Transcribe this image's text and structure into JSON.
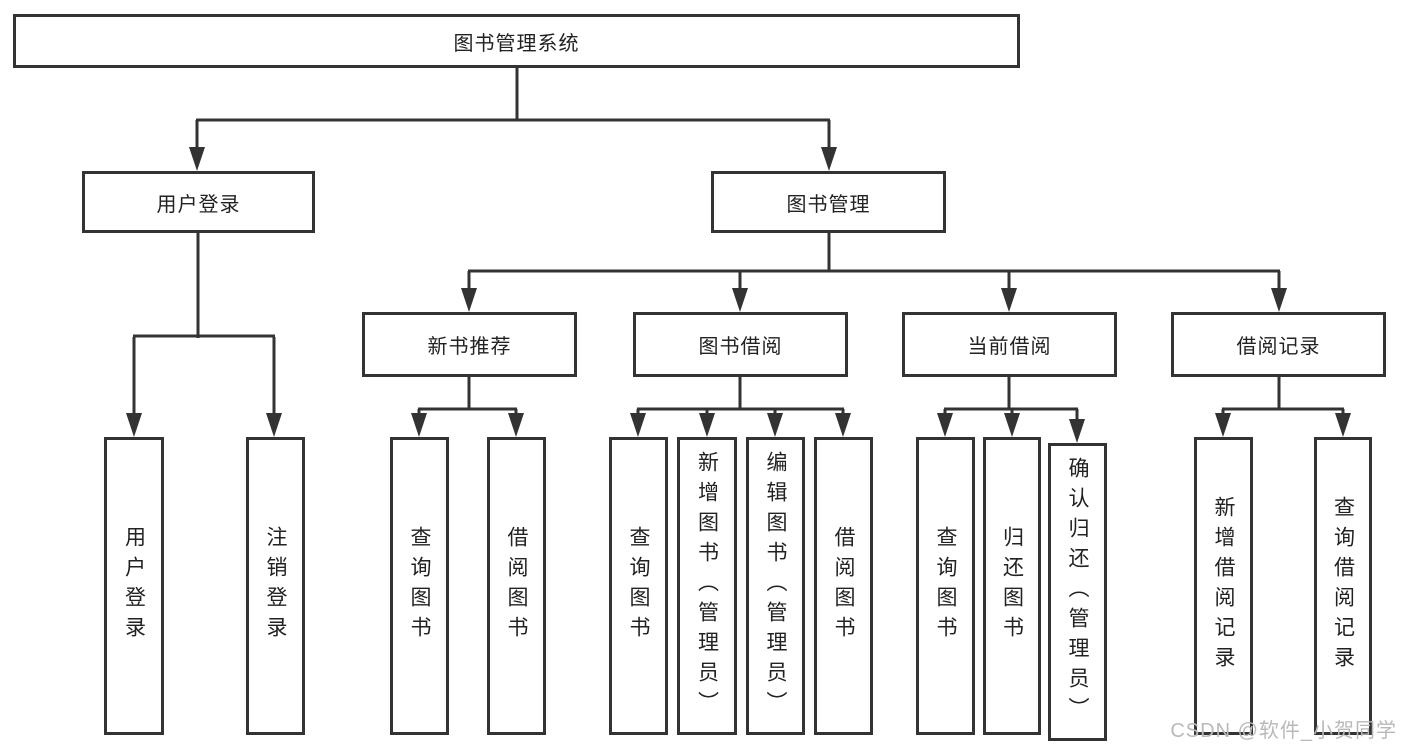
{
  "diagram": {
    "title": "图书管理系统",
    "root": {
      "label": "图书管理系统"
    },
    "branches": [
      {
        "label": "用户登录",
        "children": [
          {
            "label": "用户登录"
          },
          {
            "label": "注销登录"
          }
        ]
      },
      {
        "label": "图书管理",
        "groups": [
          {
            "label": "新书推荐",
            "children": [
              {
                "label": "查询图书"
              },
              {
                "label": "借阅图书"
              }
            ]
          },
          {
            "label": "图书借阅",
            "children": [
              {
                "label": "查询图书"
              },
              {
                "label": "新增图书（管理员）"
              },
              {
                "label": "编辑图书（管理员）"
              },
              {
                "label": "借阅图书"
              }
            ]
          },
          {
            "label": "当前借阅",
            "children": [
              {
                "label": "查询图书"
              },
              {
                "label": "归还图书"
              },
              {
                "label": "确认归还（管理员）"
              }
            ]
          },
          {
            "label": "借阅记录",
            "children": [
              {
                "label": "新增借阅记录"
              },
              {
                "label": "查询借阅记录"
              }
            ]
          }
        ]
      }
    ]
  },
  "watermark": {
    "text": "CSDN @软件_小贺同学"
  },
  "colors": {
    "line": "#333333",
    "box_border": "#333333",
    "text": "#222222",
    "background": "#ffffff",
    "watermark": "#b9b9b9"
  }
}
